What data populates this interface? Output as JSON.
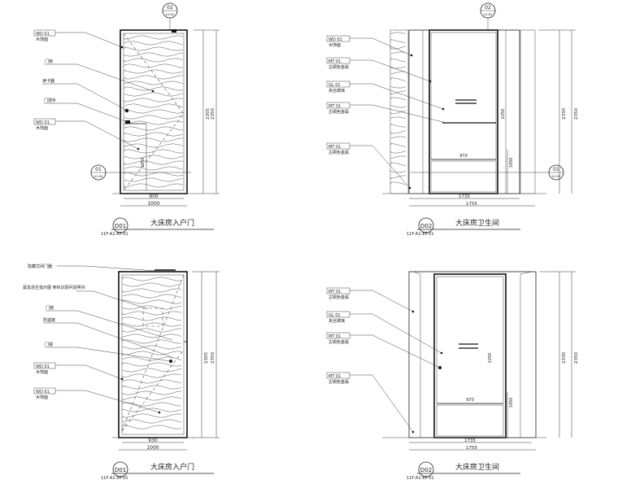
{
  "elevations": [
    {
      "title": "大床房入户门",
      "code": "D01",
      "ref": "11F-A1-EP-01",
      "section_top": {
        "num": "02",
        "sheet": "A1-D4"
      },
      "section_side": {
        "num": "01",
        "sheet": "A1-D4"
      },
      "labels": [
        {
          "tag": "WD 01",
          "desc": "木饰面"
        },
        {
          "tag": "",
          "desc": "门锁"
        },
        {
          "tag": "",
          "desc": "读卡器"
        },
        {
          "tag": "",
          "desc": "门把手"
        },
        {
          "tag": "WD 01",
          "desc": "木饰面"
        }
      ],
      "dims": {
        "inner_width": "900",
        "outer_width": "1000",
        "height_a": "2305",
        "height_b": "2350",
        "handle": "1050"
      }
    },
    {
      "title": "大床房卫生间",
      "code": "D02",
      "ref": "11F-A1-EP-01",
      "section_top": {
        "num": "02",
        "sheet": "A1-D4"
      },
      "section_side": {
        "num": "01",
        "sheet": "A1-D4"
      },
      "labels": [
        {
          "tag": "WD 01",
          "desc": "木饰面"
        },
        {
          "tag": "MT 01",
          "desc": "古铜色金属"
        },
        {
          "tag": "GL 01",
          "desc": "夹丝玻璃"
        },
        {
          "tag": "MT 01",
          "desc": "古铜色金属"
        },
        {
          "tag": "MT 01",
          "desc": "古铜色金属"
        }
      ],
      "dims": {
        "inner_width": "970",
        "outer_width": "1735",
        "outer_width_b": "1755",
        "height_a": "2330",
        "height_b": "2350",
        "handle": "1050",
        "glass": "2250"
      }
    },
    {
      "title": "大床房入户门",
      "code": "D01",
      "ref": "11F-A1-EP-01",
      "labels": [
        {
          "tag": "",
          "desc": "隐藏式闭门器"
        },
        {
          "tag": "",
          "desc": "紧急逃生指示图 参标识顾问说明书"
        },
        {
          "tag": "",
          "desc": "门镜"
        },
        {
          "tag": "",
          "desc": "防盗链"
        },
        {
          "tag": "",
          "desc": "门镜"
        },
        {
          "tag": "WD 01",
          "desc": "木饰面"
        },
        {
          "tag": "WD 01",
          "desc": "木饰面"
        }
      ],
      "dims": {
        "inner_width": "930",
        "outer_width": "1000",
        "height_a": "2305",
        "height_b": "2350"
      }
    },
    {
      "title": "大床房卫生间",
      "code": "D02",
      "ref": "11F-A1-EP-01",
      "labels": [
        {
          "tag": "MT 01",
          "desc": "古铜色金属"
        },
        {
          "tag": "GL 01",
          "desc": "夹丝玻璃"
        },
        {
          "tag": "MT 01",
          "desc": "古铜色金属"
        },
        {
          "tag": "MT 01",
          "desc": "古铜色金属"
        }
      ],
      "dims": {
        "inner_width": "970",
        "outer_width": "1735",
        "outer_width_b": "1755",
        "height_a": "2330",
        "height_b": "2350",
        "handle": "1050",
        "glass": "2250"
      }
    }
  ]
}
